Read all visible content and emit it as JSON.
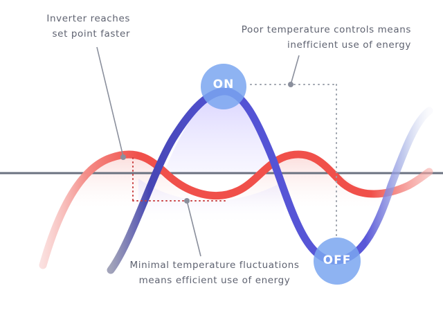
{
  "annotations": {
    "inverter": [
      "Inverter reaches",
      "set point faster"
    ],
    "poor_control": [
      "Poor temperature controls means",
      "inefficient use of energy"
    ],
    "minimal_fluctuation": [
      "Minimal temperature fluctuations",
      "means efficient  use of energy"
    ]
  },
  "markers": {
    "on": "ON",
    "off": "OFF"
  },
  "colors": {
    "setpoint_line": "#6b7280",
    "inverter_curve": "#f0504a",
    "conventional_curve": "#5856d6",
    "bubble": "#7aa6f0",
    "pointer": "#8a8f9c",
    "dotted_red": "#c94040",
    "dotted_gray": "#9aa0aa"
  }
}
